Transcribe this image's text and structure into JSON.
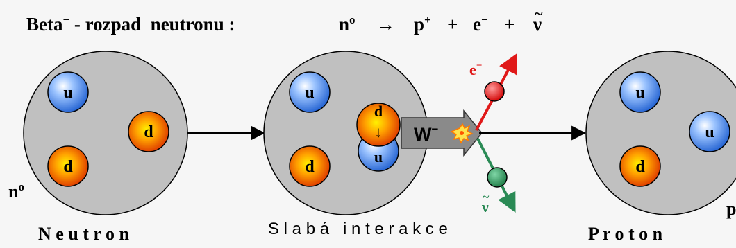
{
  "title": {
    "lead": "Beta",
    "lead_sup": "−",
    "rest": " - rozpad  neutronu :",
    "equation": {
      "n": "n",
      "n_sup": "o",
      "arrow": "→",
      "p": "p",
      "p_sup": "+",
      "plus1": "+",
      "e": "e",
      "e_sup": "−",
      "plus2": "+",
      "nu": "ν",
      "nu_mark": "~"
    }
  },
  "quark_labels": {
    "up": "u",
    "down": "d"
  },
  "neutron": {
    "symbol": "n",
    "symbol_sup": "o",
    "caption": "N e u t r o n"
  },
  "interaction": {
    "caption": "S l a b á   i n t e r a k c e",
    "boson": "W",
    "boson_sup": "−",
    "transition_arrow": "↓"
  },
  "products": {
    "electron": {
      "label": "e",
      "label_sup": "−"
    },
    "antineutrino": {
      "label": "ν",
      "label_mark": "~"
    }
  },
  "proton": {
    "symbol": "p",
    "caption": "P r o t o n"
  },
  "colors": {
    "background": "#f6f6f6",
    "nucleon": "#c0c0c0",
    "up_quark": "#4a8fe8",
    "down_quark": "#f05a00",
    "electron": "#e01818",
    "antineutrino": "#2a8a55",
    "boson_arrow": "#8a8a8a"
  }
}
